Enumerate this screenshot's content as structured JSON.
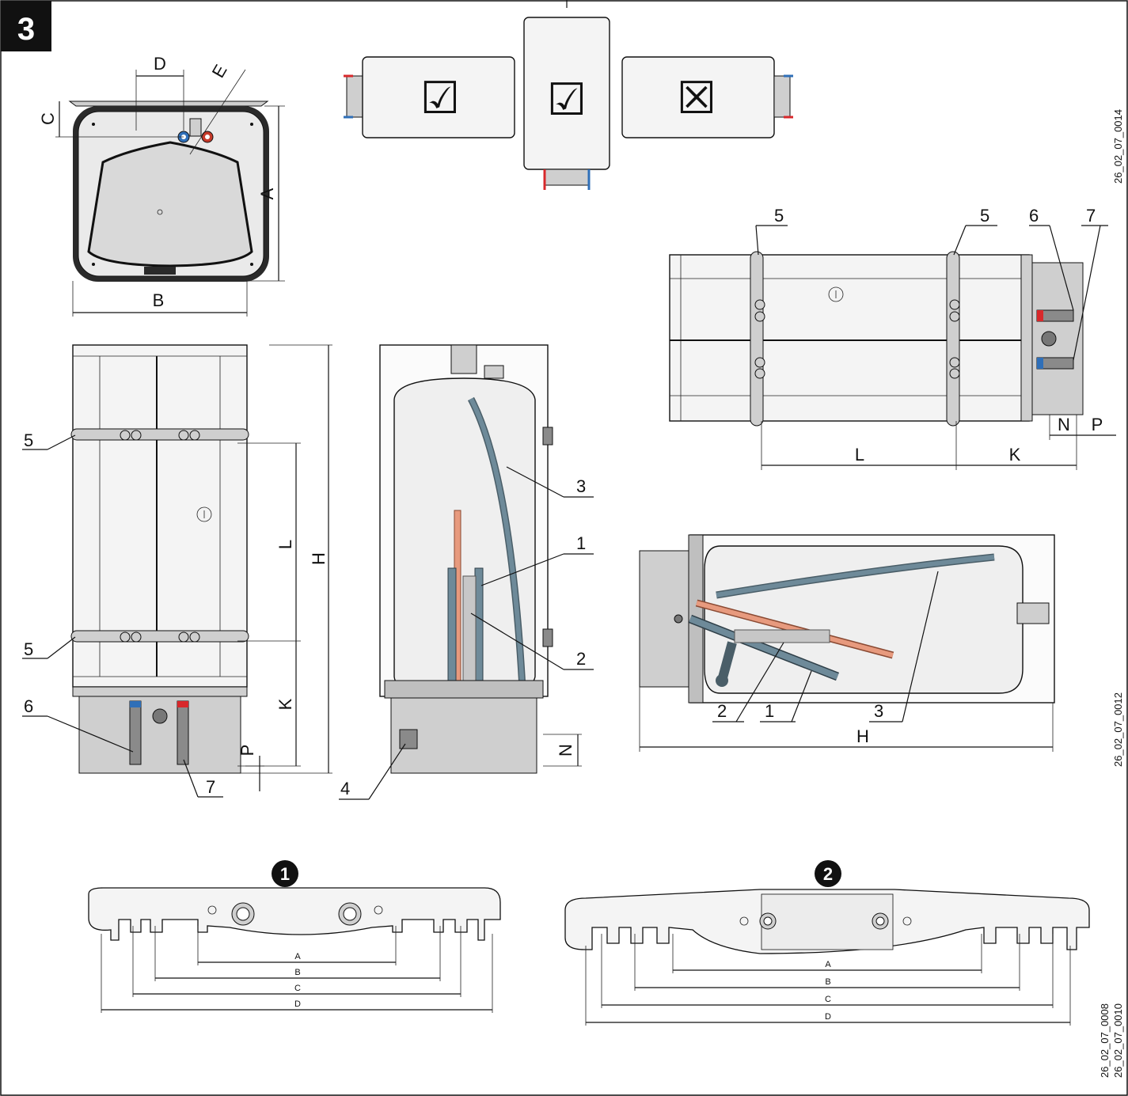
{
  "figure": {
    "number": "3"
  },
  "codes": {
    "top_right": "26_02_07_0014",
    "middle_right": "26_02_07_0012",
    "bottom_right_1": "26_02_07_0008",
    "bottom_right_2": "26_02_07_0010"
  },
  "top_view": {
    "dim_d": "D",
    "dim_e": "E",
    "dim_c": "C",
    "dim_a": "A",
    "dim_b": "B"
  },
  "orientation": {
    "left_mark": "☑",
    "middle_mark": "☑",
    "right_mark": "☒"
  },
  "vertical_front": {
    "dim_h": "H",
    "dim_l": "L",
    "dim_k": "K",
    "dim_p": "P",
    "callout_5a": "5",
    "callout_5b": "5",
    "callout_6": "6",
    "callout_7": "7"
  },
  "vertical_section": {
    "dim_n": "N",
    "callout_1": "1",
    "callout_2": "2",
    "callout_3": "3",
    "callout_4": "4"
  },
  "horizontal_front": {
    "callout_5a": "5",
    "callout_5b": "5",
    "callout_6": "6",
    "callout_7": "7",
    "dim_l": "L",
    "dim_k": "K",
    "dim_n": "N",
    "dim_p": "P"
  },
  "horizontal_section": {
    "dim_h": "H",
    "callout_1": "1",
    "callout_2": "2",
    "callout_3": "3"
  },
  "bracket_1": {
    "badge": "1",
    "dim_a": "A",
    "dim_b": "B",
    "dim_c": "C",
    "dim_d": "D"
  },
  "bracket_2": {
    "badge": "2",
    "dim_a": "A",
    "dim_b": "B",
    "dim_c": "C",
    "dim_d": "D"
  },
  "colors": {
    "hot": "#d8282b",
    "cold": "#2f6fb8",
    "pipe": "#6e8a99",
    "hot_pipe": "#e79a7e"
  }
}
